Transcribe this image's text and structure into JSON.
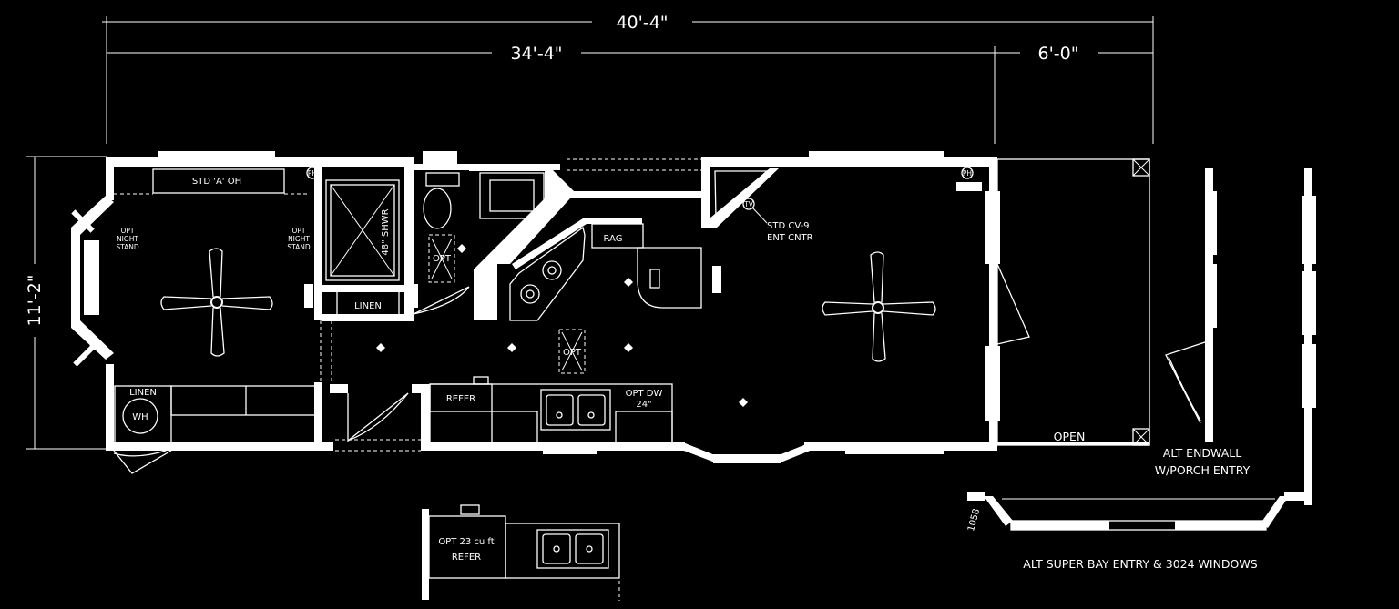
{
  "dimensions": {
    "overall_length": "40'-4\"",
    "unit_length": "34'-4\"",
    "porch_length": "6'-0\"",
    "width": "11'-2\""
  },
  "rooms": {
    "std_a_oh": "STD 'A' OH",
    "opt_night_stand": [
      "OPT",
      "NIGHT",
      "STAND"
    ],
    "shower": "48\" SHWR",
    "linen": "LINEN",
    "opt": "OPT",
    "rag": "RAG",
    "std_cv9": "STD CV-9",
    "ent_cntr": "ENT CNTR",
    "refer": "REFER",
    "opt_dw": "OPT DW",
    "dw_size": "24\"",
    "wh": "WH",
    "open": "OPEN",
    "tv": "TV",
    "ph": "PH"
  },
  "alternates": {
    "endwall_line1": "ALT ENDWALL",
    "endwall_line2": "W/PORCH ENTRY",
    "super_bay": "ALT SUPER BAY ENTRY & 3024 WINDOWS",
    "window_code": "1058",
    "opt_refer_line1": "OPT 23 cu ft",
    "opt_refer_line2": "REFER"
  }
}
